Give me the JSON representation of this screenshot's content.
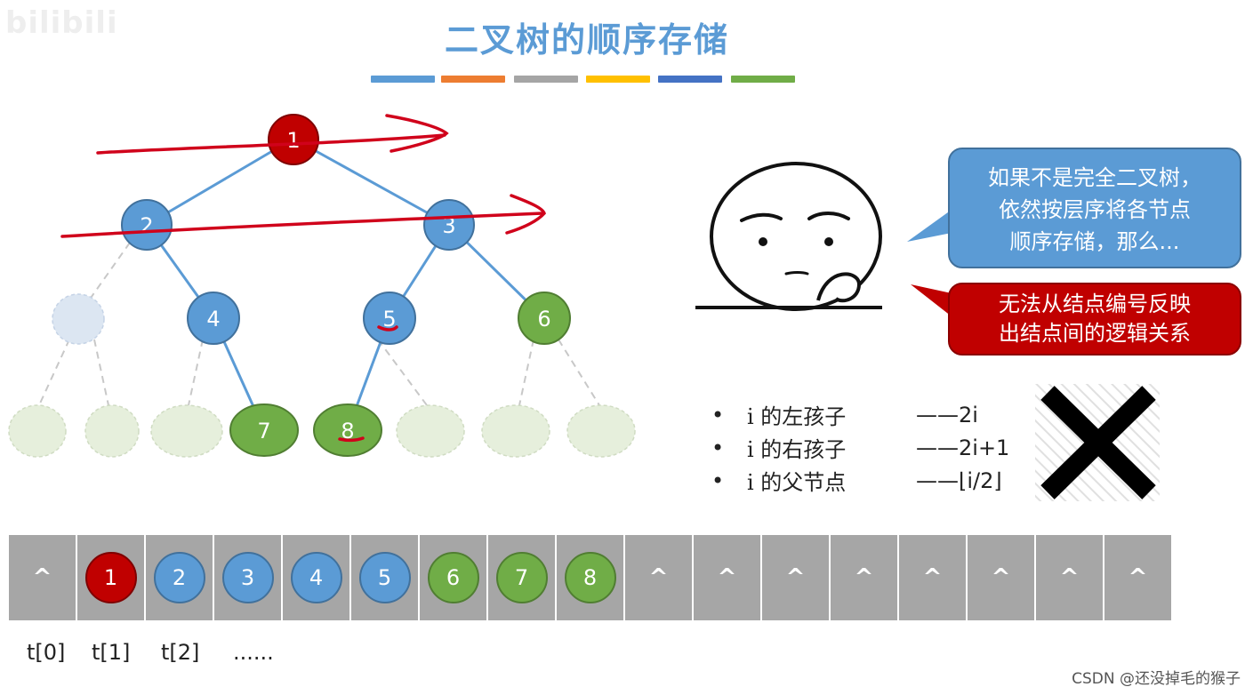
{
  "watermark": "bilibili",
  "title": "二叉树的顺序存储",
  "color_bar": [
    "#5b9bd5",
    "#ed7d31",
    "#a5a5a5",
    "#ffc000",
    "#4472c4",
    "#70ad47"
  ],
  "tree": {
    "nodes": [
      {
        "label": "1",
        "color": "red"
      },
      {
        "label": "2",
        "color": "blue"
      },
      {
        "label": "3",
        "color": "blue"
      },
      {
        "label": "4",
        "color": "blue"
      },
      {
        "label": "5",
        "color": "blue"
      },
      {
        "label": "6",
        "color": "green"
      },
      {
        "label": "7",
        "color": "green"
      },
      {
        "label": "8",
        "color": "green"
      }
    ]
  },
  "bubble_blue": {
    "line1": "如果不是完全二叉树，",
    "line2": "依然按层序将各节点",
    "line3": "顺序存储，那么..."
  },
  "bubble_red": {
    "line1": "无法从结点编号反映",
    "line2": "出结点间的逻辑关系"
  },
  "bullets": [
    {
      "text": "i 的左孩子",
      "formula": "——2i"
    },
    {
      "text": "i 的右孩子",
      "formula": "——2i+1"
    },
    {
      "text": "i 的父节点",
      "formula": "——⌊i/2⌋"
    }
  ],
  "array": [
    {
      "type": "empty",
      "label": "^"
    },
    {
      "type": "red",
      "label": "1"
    },
    {
      "type": "blue",
      "label": "2"
    },
    {
      "type": "blue",
      "label": "3"
    },
    {
      "type": "blue",
      "label": "4"
    },
    {
      "type": "blue",
      "label": "5"
    },
    {
      "type": "green",
      "label": "6"
    },
    {
      "type": "green",
      "label": "7"
    },
    {
      "type": "green",
      "label": "8"
    },
    {
      "type": "empty",
      "label": "^"
    },
    {
      "type": "empty",
      "label": "^"
    },
    {
      "type": "empty",
      "label": "^"
    },
    {
      "type": "empty",
      "label": "^"
    },
    {
      "type": "empty",
      "label": "^"
    },
    {
      "type": "empty",
      "label": "^"
    },
    {
      "type": "empty",
      "label": "^"
    },
    {
      "type": "empty",
      "label": "^"
    }
  ],
  "index_labels": [
    "t[0]",
    "t[1]",
    "t[2]",
    "......"
  ],
  "csdn_watermark": "CSDN @还没掉毛的猴子"
}
